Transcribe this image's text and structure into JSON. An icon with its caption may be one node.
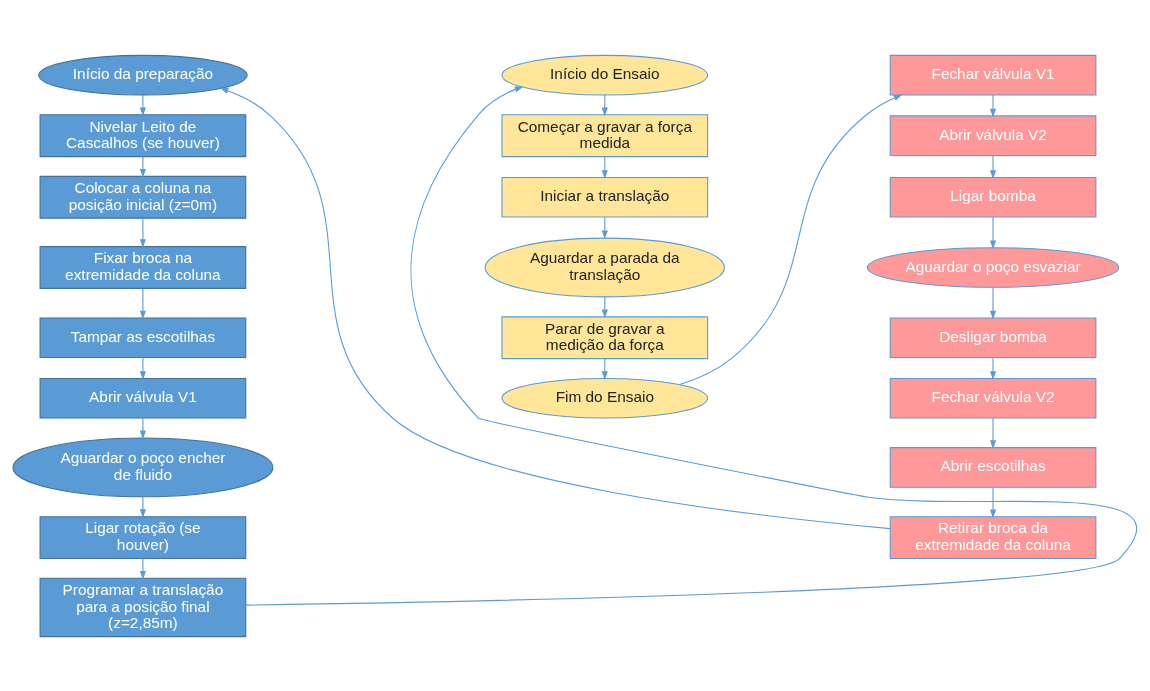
{
  "diagram": {
    "nodes": [
      {
        "text": [
          "Início da preparação"
        ]
      },
      {
        "text": [
          "Nivelar Leito de Cascalhos (se houver)"
        ]
      },
      {
        "text": [
          "Colocar a coluna na posição inicial (z=0m)"
        ]
      },
      {
        "text": [
          "Fixar broca na extremidade da coluna"
        ]
      },
      {
        "text": [
          "Tampar as escotilhas"
        ]
      },
      {
        "text": [
          "Abrir válvula V1"
        ]
      },
      {
        "text": [
          "Aguardar o poço encher de fluido"
        ]
      },
      {
        "text": [
          "Ligar rotação (se houver)"
        ]
      },
      {
        "text": [
          "Programar a translação para a posição final (z=2,85m)"
        ]
      },
      {
        "text": [
          "Início do Ensaio"
        ]
      },
      {
        "text": [
          "Começar a gravar a força medida"
        ]
      },
      {
        "text": [
          "Iniciar a translação"
        ]
      },
      {
        "text": [
          "Aguardar a parada da translação"
        ]
      },
      {
        "text": [
          "Parar de gravar a medição da força"
        ]
      },
      {
        "text": [
          "Fim do Ensaio"
        ]
      },
      {
        "text": [
          "Fechar válvula V1"
        ]
      },
      {
        "text": [
          "Abrir válvula V2"
        ]
      },
      {
        "text": [
          "Ligar bomba"
        ]
      },
      {
        "text": [
          "Aguardar o poço esvaziar"
        ]
      },
      {
        "text": [
          "Desligar bomba"
        ]
      },
      {
        "text": [
          "Fechar válvula V2"
        ]
      },
      {
        "text": [
          "Abrir escotilhas"
        ]
      },
      {
        "text": [
          "Retirar broca da extremidade da coluna"
        ]
      }
    ],
    "edges": [
      {
        "from": 0,
        "to": 1,
        "arrow": "to"
      },
      {
        "from": 1,
        "to": 2,
        "arrow": "to"
      },
      {
        "from": 2,
        "to": 3,
        "arrow": "to"
      },
      {
        "from": 3,
        "to": 4,
        "arrow": "to"
      },
      {
        "from": 4,
        "to": 5,
        "arrow": "to"
      },
      {
        "from": 5,
        "to": 6,
        "arrow": "to"
      },
      {
        "from": 6,
        "to": 7,
        "arrow": "to"
      },
      {
        "from": 7,
        "to": 8,
        "arrow": "to"
      },
      {
        "from": 8,
        "to": 9,
        "arrow": "to"
      },
      {
        "from": 9,
        "to": 10,
        "arrow": "to"
      },
      {
        "from": 10,
        "to": 11,
        "arrow": "to"
      },
      {
        "from": 11,
        "to": 12,
        "arrow": "to"
      },
      {
        "from": 12,
        "to": 13,
        "arrow": "to"
      },
      {
        "from": 13,
        "to": 14,
        "arrow": "to"
      },
      {
        "from": 14,
        "to": 15,
        "arrow": "to"
      },
      {
        "from": 15,
        "to": 16,
        "arrow": "to"
      },
      {
        "from": 16,
        "to": 17,
        "arrow": "to"
      },
      {
        "from": 17,
        "to": 18,
        "arrow": "to"
      },
      {
        "from": 18,
        "to": 19,
        "arrow": "to"
      },
      {
        "from": 19,
        "to": 20,
        "arrow": "to"
      },
      {
        "from": 20,
        "to": 21,
        "arrow": "to"
      },
      {
        "from": 21,
        "to": 22,
        "arrow": "to"
      },
      {
        "from": 22,
        "to": 0,
        "arrow": "to"
      }
    ]
  }
}
